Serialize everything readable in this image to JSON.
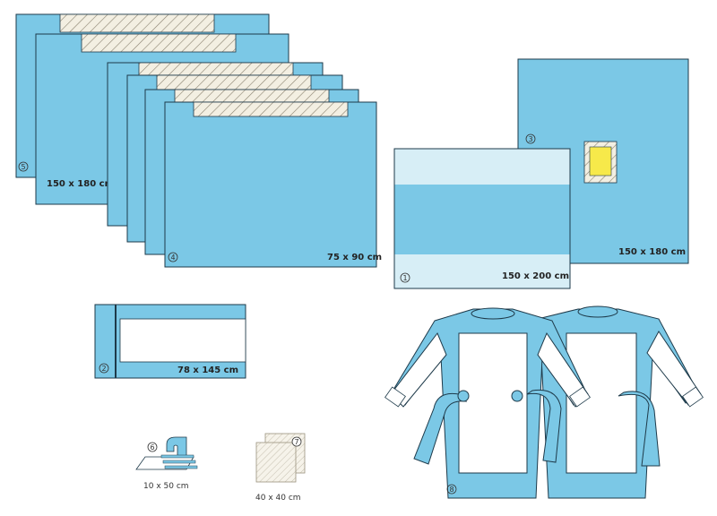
{
  "colors": {
    "drape_blue": "#7bc8e6",
    "outline": "#1e3a4a",
    "hatch": "#8a8270",
    "paper": "#f3efe2",
    "light_panel": "#d7eef6",
    "white_panel": "#ffffff",
    "incise_yellow": "#f7e94a",
    "gown_white": "#ffffff"
  },
  "items": {
    "drape5": {
      "number": "5",
      "size": "150 x 180 cm"
    },
    "drape4": {
      "number": "4",
      "size": "75 x 90 cm"
    },
    "drape1": {
      "number": "1",
      "size": "150 x 200 cm"
    },
    "drape3": {
      "number": "3",
      "size": "150 x 180 cm"
    },
    "drape2": {
      "number": "2",
      "size": "78 x 145 cm"
    },
    "tape6": {
      "number": "6",
      "size": "10 x 50 cm"
    },
    "towel7": {
      "number": "7",
      "size": "40 x 40 cm"
    },
    "gown8": {
      "number": "8"
    }
  }
}
